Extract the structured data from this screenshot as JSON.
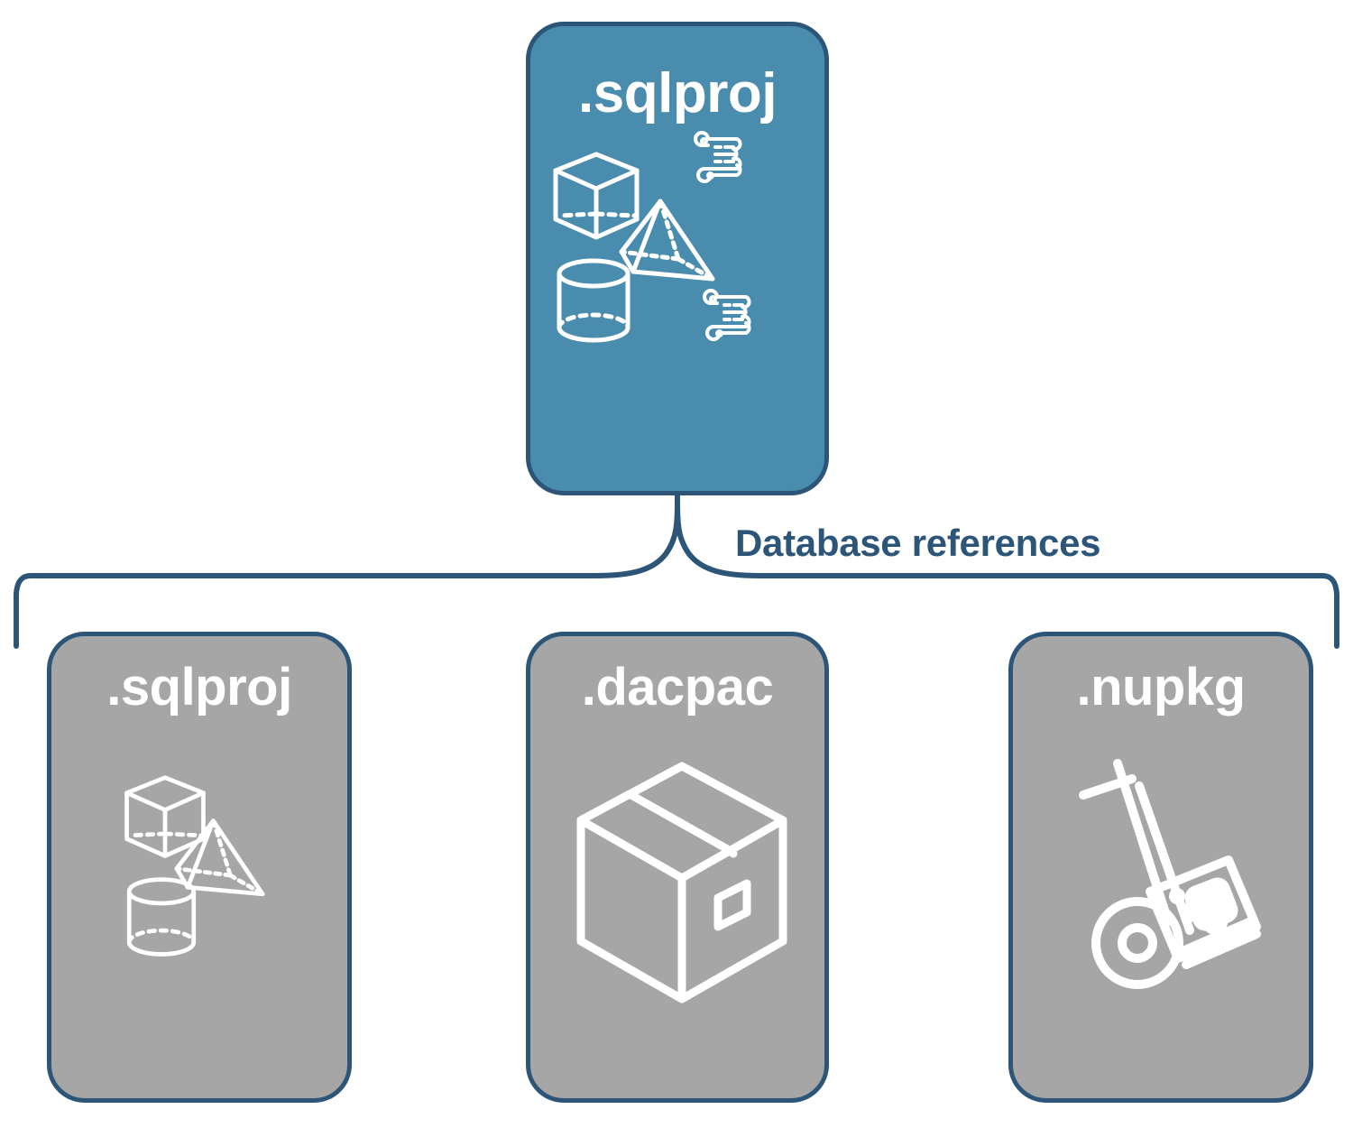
{
  "diagram": {
    "title": "Database references",
    "colors": {
      "primary_fill": "#4a8cae",
      "secondary_fill": "#a6a6a6",
      "border": "#2c5578",
      "label_text": "#2c5578",
      "icon_stroke": "#ffffff",
      "background": "#ffffff"
    },
    "root": {
      "label": ".sqlproj",
      "icons": [
        "cube-wireframe-icon",
        "pyramid-wireframe-icon",
        "cylinder-wireframe-icon",
        "scroll-icon",
        "scroll-icon"
      ]
    },
    "bracket": {
      "label": "Database references",
      "shape": "curly-brace-down"
    },
    "children": [
      {
        "label": ".sqlproj",
        "icons": [
          "cube-wireframe-icon",
          "pyramid-wireframe-icon",
          "cylinder-wireframe-icon"
        ]
      },
      {
        "label": ".dacpac",
        "icons": [
          "package-box-icon"
        ]
      },
      {
        "label": ".nupkg",
        "icons": [
          "hand-truck-package-icon"
        ]
      }
    ]
  }
}
